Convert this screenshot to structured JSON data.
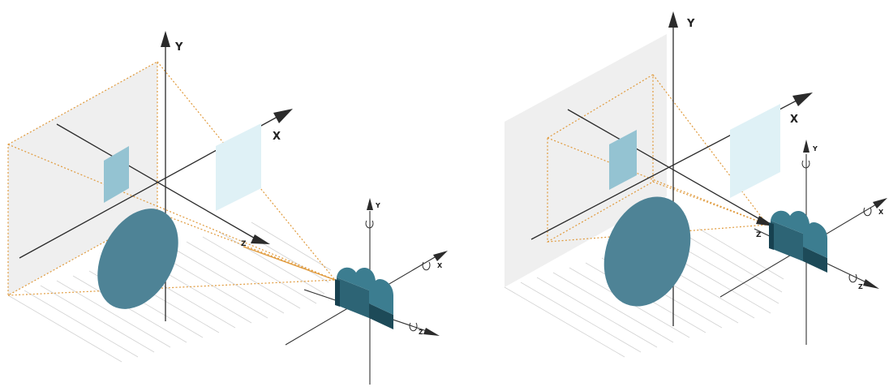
{
  "scenes": [
    {
      "world_axes": {
        "y": "Y",
        "x": "X",
        "z": "Z"
      },
      "camera_axes": {
        "y": "Y",
        "x": "X",
        "z": "Z"
      }
    },
    {
      "world_axes": {
        "y": "Y",
        "x": "X",
        "z": "Z"
      },
      "camera_axes": {
        "y": "Y",
        "x": "X",
        "z": "Z"
      }
    }
  ],
  "colors": {
    "ellipse": "#4e8396",
    "small_square": "#94c3d2",
    "light_square": "#dff1f6",
    "wall": "#efefef",
    "frustum": "#e09a3c",
    "camera_dark": "#1d4a58",
    "camera_mid": "#2d6475",
    "camera_light": "#3c7d90"
  }
}
